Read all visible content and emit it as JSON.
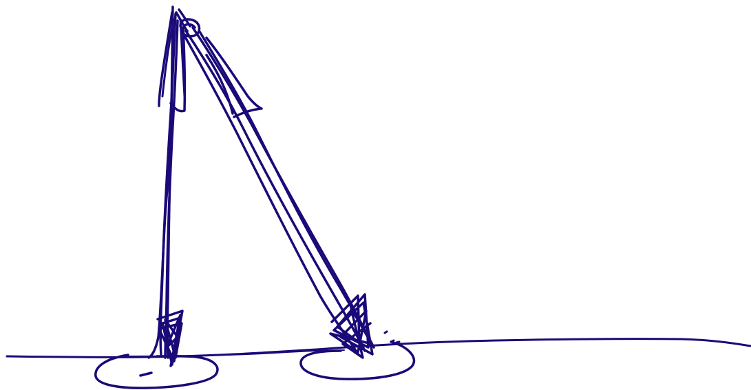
{
  "drawing": {
    "ink_color": "#1a0a78",
    "background_color": "#ffffff",
    "strokes": [
      "ground-line",
      "left-base-ellipse",
      "right-base-ellipse",
      "left-pole",
      "right-pole",
      "apex-knot",
      "left-foot-scribble",
      "right-foot-scribble"
    ]
  }
}
